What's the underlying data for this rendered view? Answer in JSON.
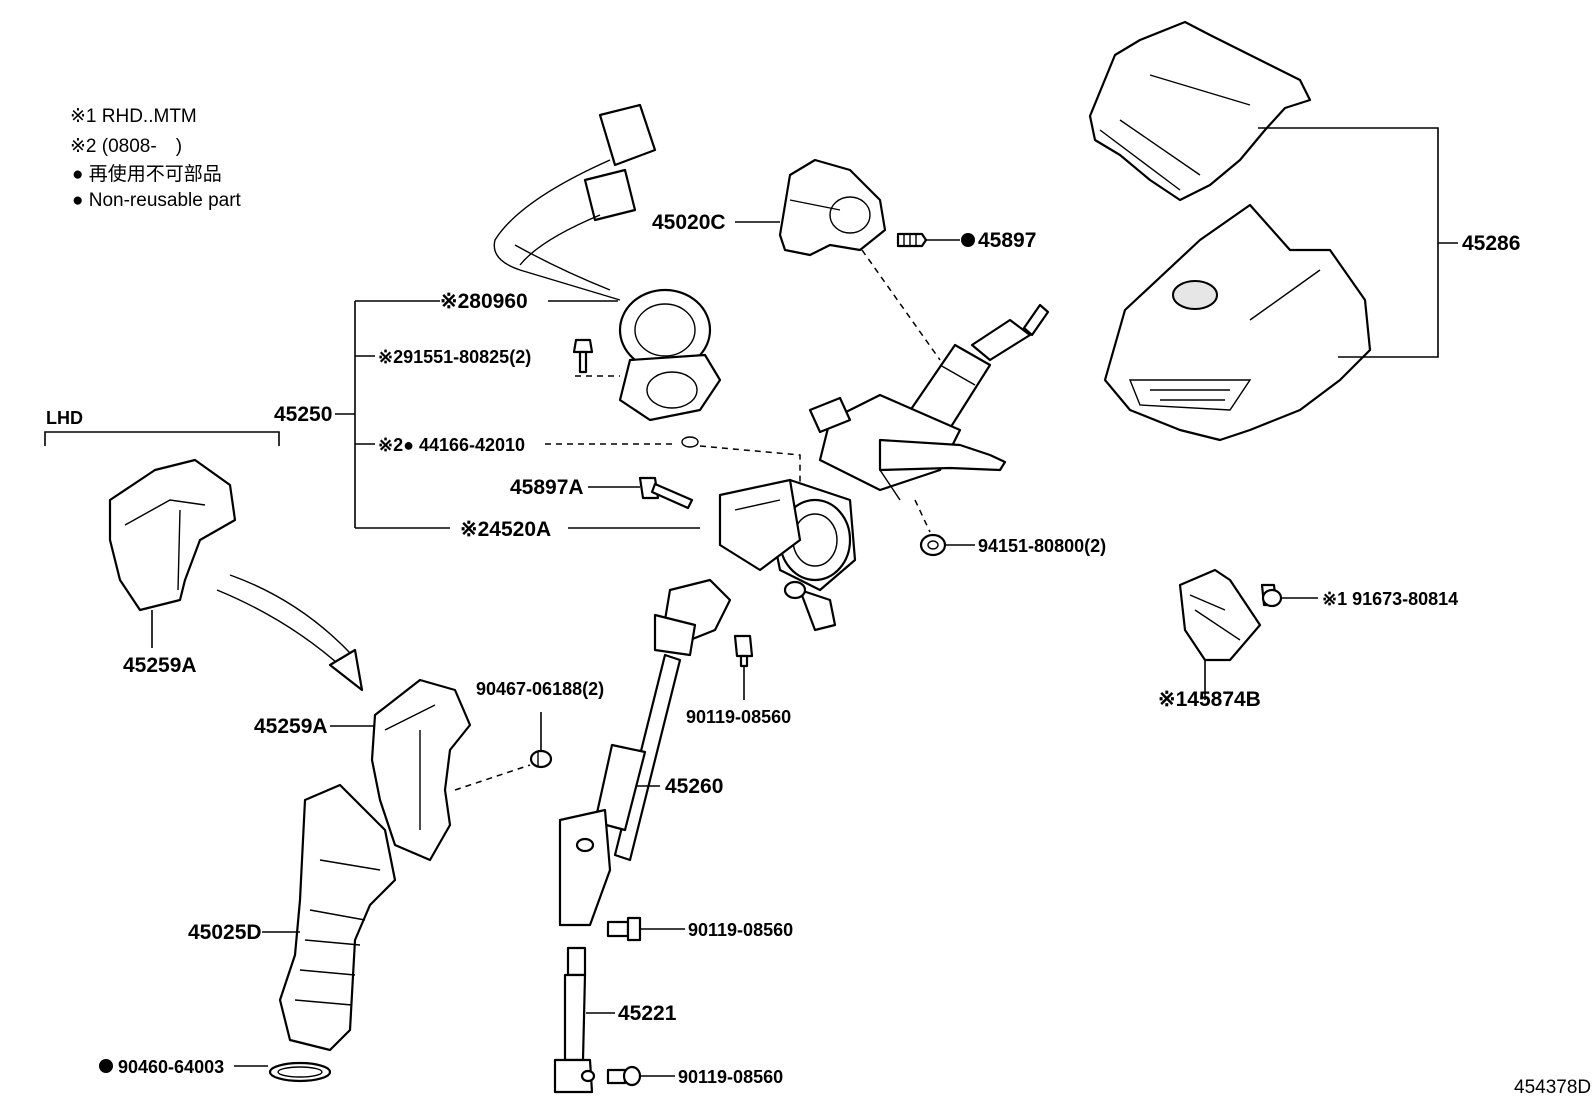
{
  "notes": {
    "n1": "※1 RHD..MTM",
    "n2": "※2 (0808-　)",
    "n3": "● 再使用不可部品",
    "n4": "● Non-reusable part"
  },
  "lhd_label": "LHD",
  "labels": {
    "p45020C": "45020C",
    "p45897": "45897",
    "p45286": "45286",
    "p80960": "※280960",
    "p91551": "※291551-80825(2)",
    "p45250": "45250",
    "p44166": "※2● 44166-42010",
    "p45897A": "45897A",
    "p4520A": "※24520A",
    "p94151": "94151-80800(2)",
    "p91673": "※1 91673-80814",
    "p45874B": "※145874B",
    "p45259A_top": "45259A",
    "p90467": "90467-06188(2)",
    "p90119_a": "90119-08560",
    "p45259A_mid": "45259A",
    "p45260": "45260",
    "p90119_b": "90119-08560",
    "p45025D": "45025D",
    "p45221": "45221",
    "p90460": "90460-64003",
    "p90119_c": "90119-08560"
  },
  "figure_id": "454378D"
}
